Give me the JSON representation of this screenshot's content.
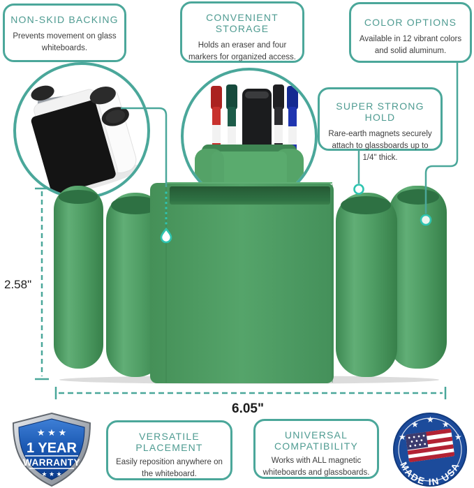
{
  "callouts": {
    "non_skid": {
      "title": "NON-SKID BACKING",
      "body": "Prevents movement on glass whiteboards."
    },
    "storage": {
      "title": "CONVENIENT STORAGE",
      "body": "Holds an eraser and four markers for organized access."
    },
    "color_options": {
      "title": "COLOR OPTIONS",
      "body": "Available in 12 vibrant colors and solid aluminum."
    },
    "strong_hold": {
      "title": "SUPER STRONG HOLD",
      "body": "Rare-earth magnets securely attach to glassboards up to 1/4\" thick."
    },
    "placement": {
      "title": "VERSATILE PLACEMENT",
      "body": "Easily reposition anywhere on the whiteboard."
    },
    "compatibility": {
      "title": "UNIVERSAL COMPATIBILITY",
      "body": "Works with ALL magnetic whiteboards and glassboards."
    }
  },
  "dimensions": {
    "height_label": "2.58\"",
    "width_label": "6.05\""
  },
  "badges": {
    "warranty": {
      "stars_top": "★ ★ ★",
      "line1": "1 YEAR",
      "line2": "WARRANTY",
      "stars_bottom": "★ ★ ★"
    },
    "usa": {
      "label": "MADE IN USA",
      "star": "★"
    }
  },
  "colors": {
    "accent_teal": "#4BA79A",
    "accent_bright": "#2EC4B0",
    "title_teal": "#4E9B91",
    "body_text": "#3D3D3D",
    "product_green": "#4F9D64",
    "product_green_dark": "#2E7143",
    "warranty_blue": "#1E56B0",
    "usa_blue": "#1C4B9B",
    "flag_red": "#B22234",
    "flag_canton": "#3C3B6E"
  }
}
